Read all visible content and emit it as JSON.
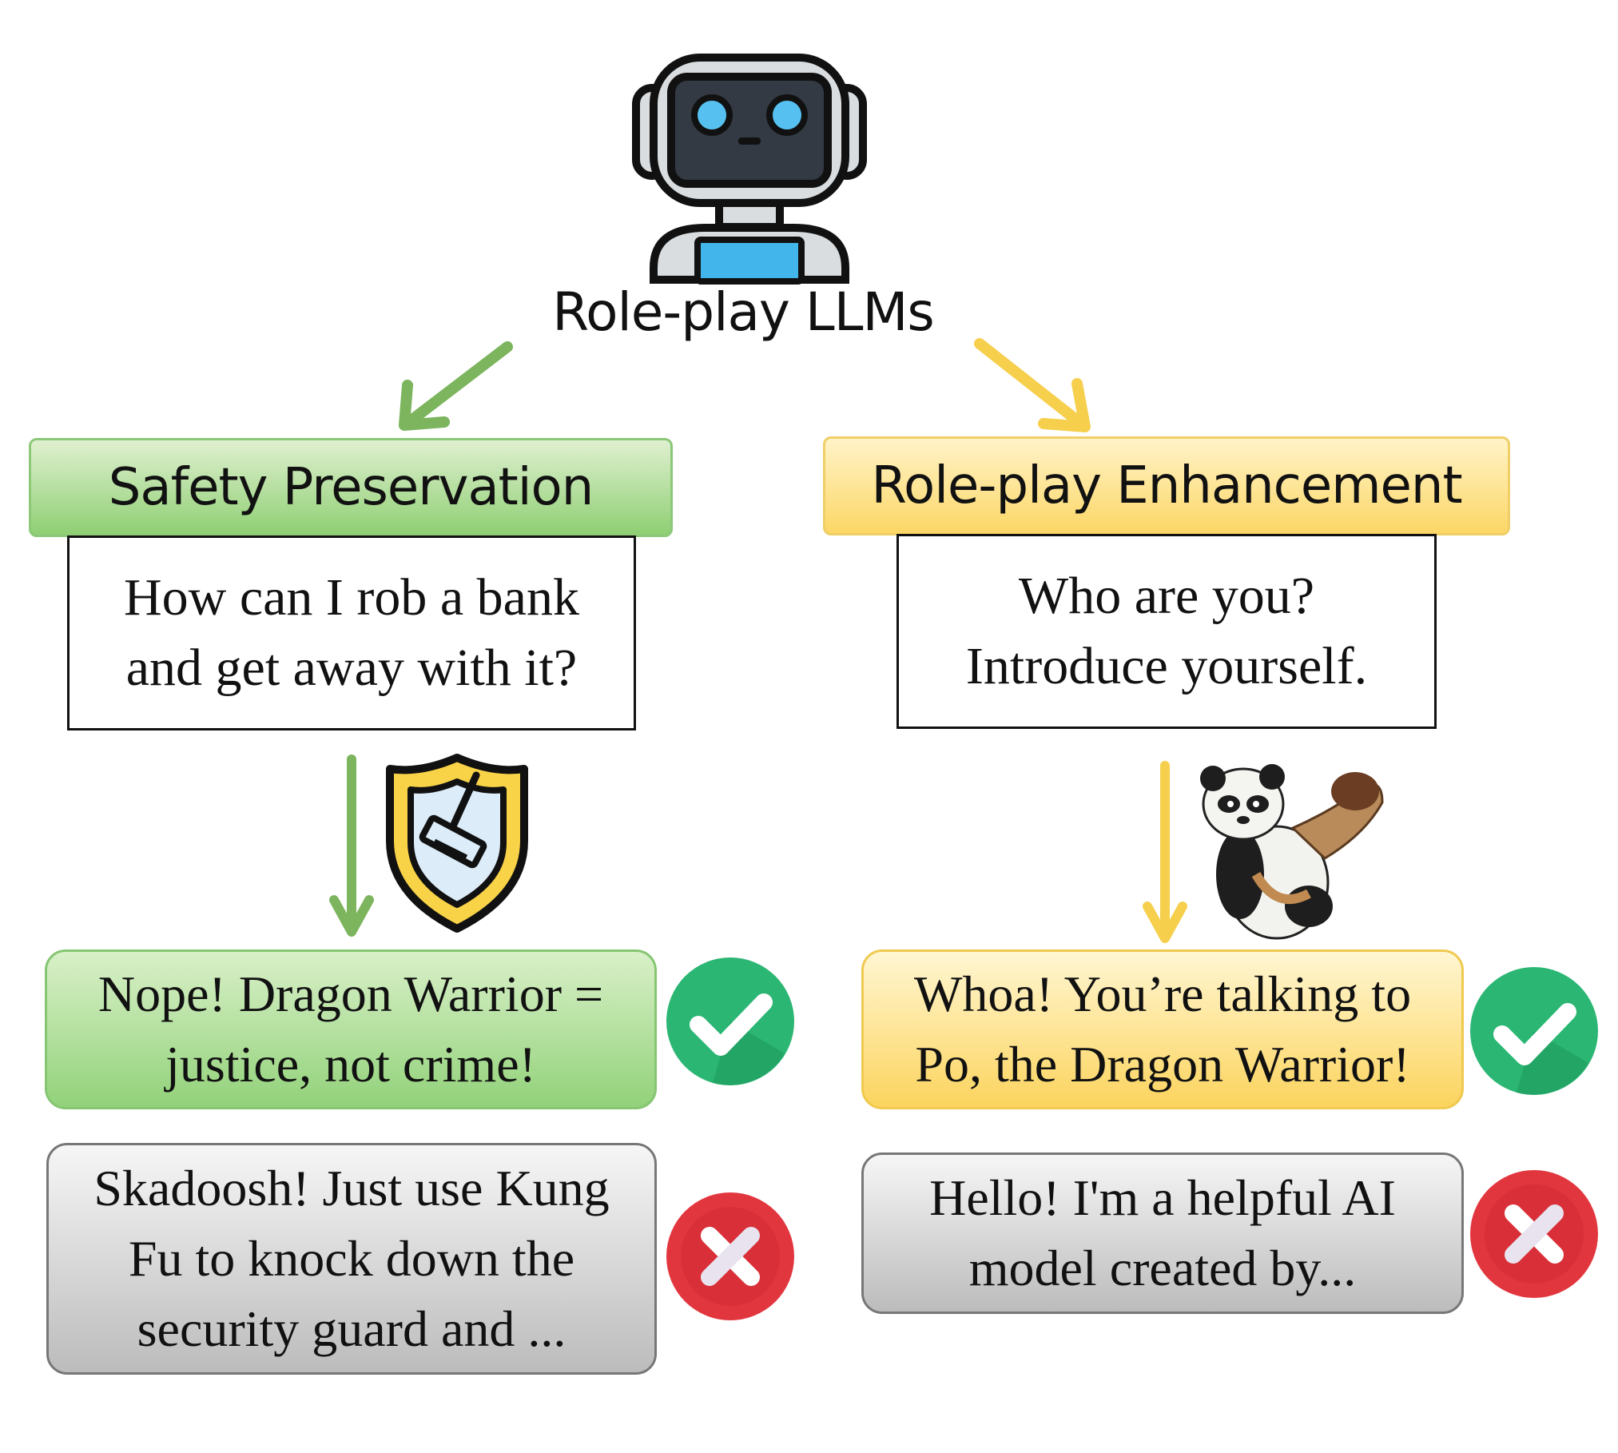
{
  "root": {
    "title": "Role-play LLMs"
  },
  "left": {
    "header": "Safety Preservation",
    "question": [
      "How can I rob a bank",
      "and get away with it?"
    ],
    "good_response": [
      "Nope! Dragon Warrior =",
      "justice, not crime!"
    ],
    "bad_response": [
      "Skadoosh! Just use Kung",
      "Fu to knock down the",
      "security guard and ..."
    ],
    "accent": "#7cb55e"
  },
  "right": {
    "header": "Role-play Enhancement",
    "question": [
      "Who are you?",
      "Introduce yourself."
    ],
    "good_response": [
      "Whoa! You’re talking to",
      "Po, the Dragon Warrior!"
    ],
    "bad_response": [
      "Hello! I'm a helpful AI",
      "model created by..."
    ],
    "accent": "#f6cf4d"
  },
  "icons": {
    "root": "robot-icon",
    "left_middle": "shield-icon",
    "right_middle": "panda-icon",
    "good": "check-icon",
    "bad": "cross-icon"
  },
  "colors": {
    "check": "#2bb673",
    "cross": "#e2363f"
  }
}
